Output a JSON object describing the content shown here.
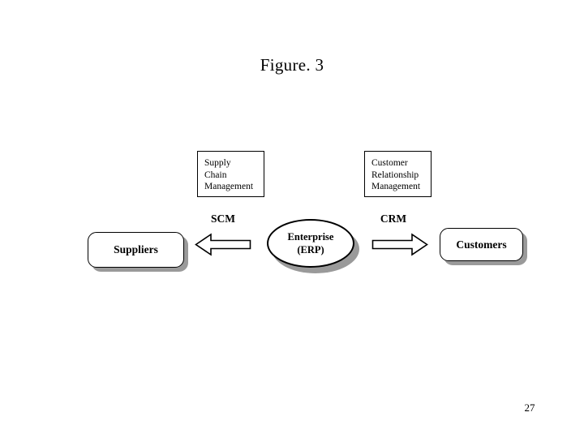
{
  "slide": {
    "title": "Figure. 3",
    "page_number": "27",
    "background_color": "#ffffff",
    "shadow_color": "#9a9a9a",
    "outline_color": "#000000"
  },
  "captions": {
    "scm": {
      "line1": "Supply",
      "line2": "Chain",
      "line3": "Management"
    },
    "crm": {
      "line1": "Customer",
      "line2": "Relationship",
      "line3": "Management"
    }
  },
  "labels": {
    "scm": "SCM",
    "crm": "CRM"
  },
  "nodes": {
    "suppliers": "Suppliers",
    "customers": "Customers",
    "erp_line1": "Enterprise",
    "erp_line2": "(ERP)"
  },
  "arrows": {
    "left": {
      "direction": "left",
      "from": "Enterprise (ERP)",
      "to": "Suppliers"
    },
    "right": {
      "direction": "right",
      "from": "Enterprise (ERP)",
      "to": "Customers"
    }
  },
  "diagram_data": {
    "type": "flow-diagram",
    "title": "Figure. 3",
    "nodes": [
      {
        "id": "suppliers",
        "label": "Suppliers",
        "shape": "rounded-rect"
      },
      {
        "id": "erp",
        "label": "Enterprise (ERP)",
        "shape": "ellipse"
      },
      {
        "id": "customers",
        "label": "Customers",
        "shape": "rounded-rect"
      },
      {
        "id": "scm-caption",
        "label": "Supply Chain Management",
        "shape": "rect"
      },
      {
        "id": "crm-caption",
        "label": "Customer Relationship Management",
        "shape": "rect"
      }
    ],
    "edges": [
      {
        "from": "erp",
        "to": "suppliers",
        "label": "SCM",
        "style": "block-arrow"
      },
      {
        "from": "erp",
        "to": "customers",
        "label": "CRM",
        "style": "block-arrow"
      }
    ]
  }
}
